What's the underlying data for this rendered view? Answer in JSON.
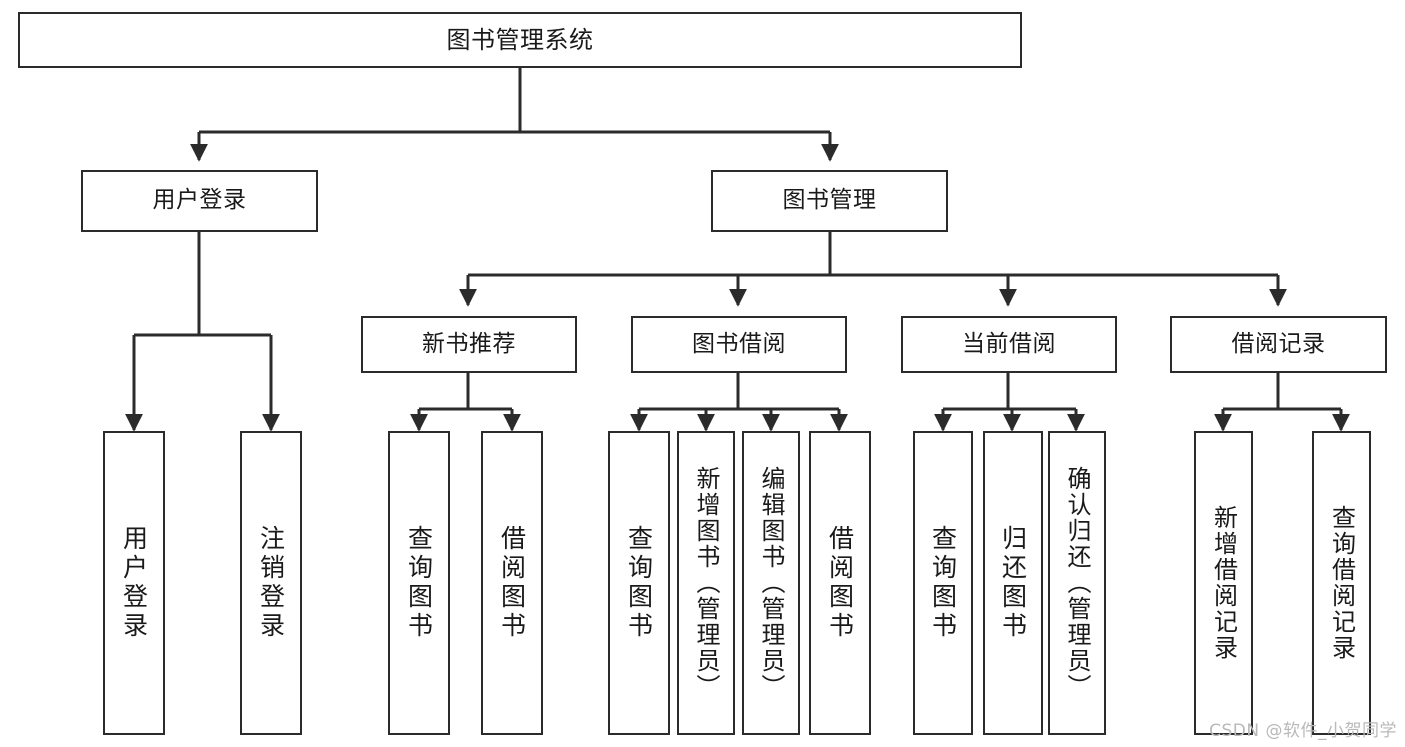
{
  "diagram": {
    "title": "图书管理系统",
    "type": "hierarchy-tree",
    "stroke_color": "#2b2b2b",
    "background_color": "#ffffff",
    "text_color": "#1a1a1a"
  },
  "nodes": {
    "root": {
      "label": "图书管理系统",
      "level": 1
    },
    "level2": [
      {
        "id": "user-login",
        "label": "用户登录"
      },
      {
        "id": "book-manage",
        "label": "图书管理"
      }
    ],
    "level3": [
      {
        "id": "new-book-recommend",
        "label": "新书推荐"
      },
      {
        "id": "book-borrow",
        "label": "图书借阅"
      },
      {
        "id": "current-borrow",
        "label": "当前借阅"
      },
      {
        "id": "borrow-record",
        "label": "借阅记录"
      }
    ],
    "leaves": [
      {
        "id": "leaf-user-login",
        "label": "用户登录",
        "parent": "user-login"
      },
      {
        "id": "leaf-user-logout",
        "label": "注销登录",
        "parent": "user-login"
      },
      {
        "id": "leaf-query-book-1",
        "label": "查询图书",
        "parent": "new-book-recommend"
      },
      {
        "id": "leaf-borrow-book-1",
        "label": "借阅图书",
        "parent": "new-book-recommend"
      },
      {
        "id": "leaf-query-book-2",
        "label": "查询图书",
        "parent": "book-borrow"
      },
      {
        "id": "leaf-add-book",
        "label": "新增图书（管理员）",
        "parent": "book-borrow"
      },
      {
        "id": "leaf-edit-book",
        "label": "编辑图书（管理员）",
        "parent": "book-borrow"
      },
      {
        "id": "leaf-borrow-book-2",
        "label": "借阅图书",
        "parent": "book-borrow"
      },
      {
        "id": "leaf-query-book-3",
        "label": "查询图书",
        "parent": "current-borrow"
      },
      {
        "id": "leaf-return-book",
        "label": "归还图书",
        "parent": "current-borrow"
      },
      {
        "id": "leaf-confirm-return",
        "label": "确认归还（管理员）",
        "parent": "current-borrow"
      },
      {
        "id": "leaf-add-record",
        "label": "新增借阅记录",
        "parent": "borrow-record"
      },
      {
        "id": "leaf-query-record",
        "label": "查询借阅记录",
        "parent": "borrow-record"
      }
    ]
  },
  "watermark": {
    "text": "CSDN @软件_小贺同学"
  }
}
